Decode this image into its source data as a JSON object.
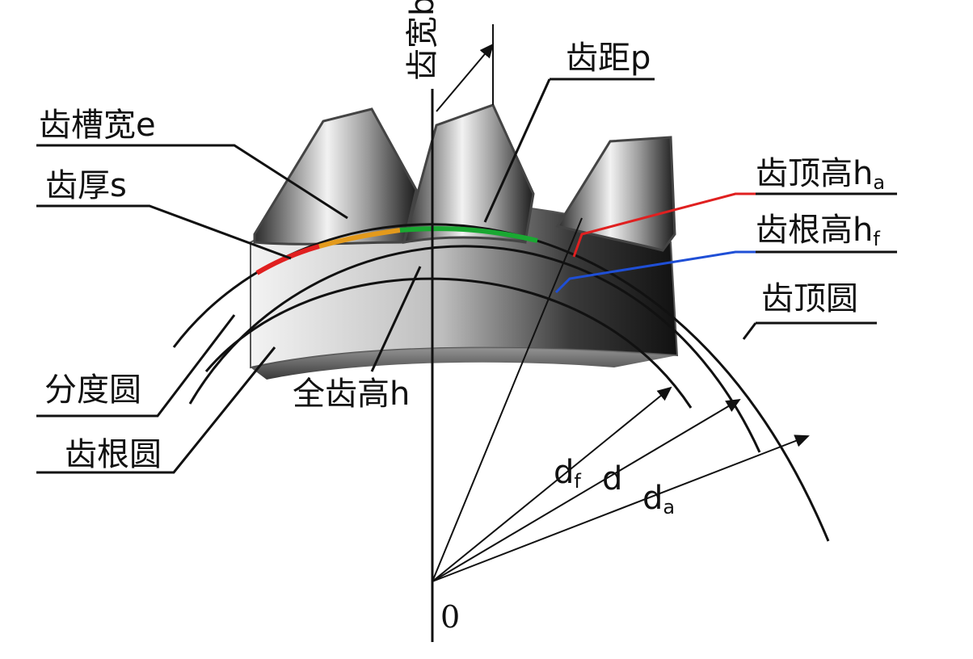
{
  "colors": {
    "red": "#e02020",
    "blue": "#1f4fd6",
    "orange": "#e39a1c",
    "green": "#1aa832",
    "ink": "#111111"
  },
  "labels": {
    "tooth_width": "齿宽b",
    "pitch": "齿距p",
    "space_width": "齿槽宽e",
    "tooth_thickness": "齿厚s",
    "addendum": "齿顶高h",
    "addendum_sub": "a",
    "dedendum": "齿根高h",
    "dedendum_sub": "f",
    "tip_circle": "齿顶圆",
    "pitch_circle": "分度圆",
    "root_circle": "齿根圆",
    "whole_depth": "全齿高h",
    "df": "d",
    "df_sub": "f",
    "d": "d",
    "da": "d",
    "da_sub": "a",
    "origin": "0"
  }
}
